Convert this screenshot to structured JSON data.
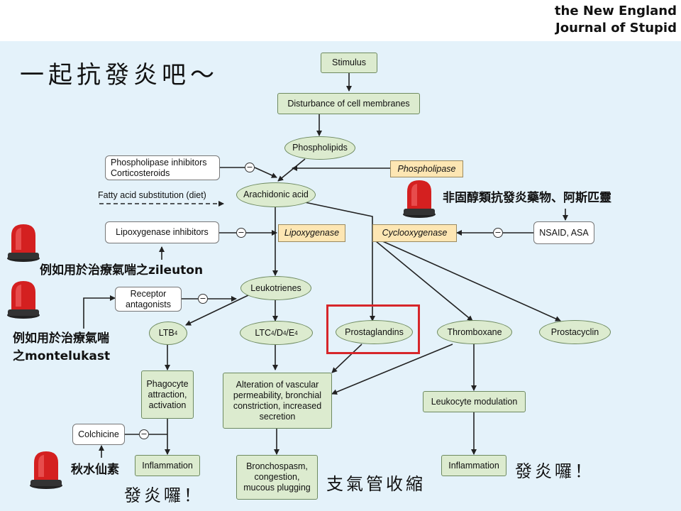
{
  "logo": {
    "line1": "the New England",
    "line2": "Journal of Stupid"
  },
  "header_title": "一起抗發炎吧～",
  "nodes": {
    "stimulus": "Stimulus",
    "disturbance": "Disturbance of cell membranes",
    "phospholipids": "Phospholipids",
    "phospholipase_inhibitors": "Phospholipase inhibitors\nCorticosteroids",
    "phospholipase": "Phospholipase",
    "fatty_acid": "Fatty acid substitution (diet)",
    "arachidonic": "Arachidonic acid",
    "lipox_inhibitors": "Lipoxygenase inhibitors",
    "lipoxygenase": "Lipoxygenase",
    "cyclooxygenase": "Cyclooxygenase",
    "nsaid": "NSAID, ASA",
    "leukotrienes": "Leukotrienes",
    "receptor_antagonists": "Receptor\nantagonists",
    "ltb4": "LTB4",
    "ltc4": "LTC4/D4/E4",
    "prostaglandins": "Prostaglandins",
    "thromboxane": "Thromboxane",
    "prostacyclin": "Prostacyclin",
    "phagocyte": "Phagocyte\nattraction,\nactivation",
    "alteration": "Alteration of vascular\npermeability, bronchial\nconstriction, increased\nsecretion",
    "leukocyte_modulation": "Leukocyte modulation",
    "colchicine": "Colchicine",
    "inflammation_left": "Inflammation",
    "bronchospasm": "Bronchospasm,\ncongestion,\nmucous plugging",
    "inflammation_right": "Inflammation"
  },
  "annotations": {
    "nsaid_note": "非固醇類抗發炎藥物、阿斯匹靈",
    "zileuton_note": "例如用於治療氣喘之zileuton",
    "montelukast_note": "例如用於治療氣喘\n之montelukast",
    "colchicine_note": "秋水仙素",
    "inflame_left": "發炎囉！",
    "bronch_note": "支氣管收縮",
    "inflame_right": "發炎囉！"
  },
  "inhibitor_symbol": "−",
  "colors": {
    "node_fill": "#dcebcf",
    "enzyme_fill": "#fde6b3",
    "highlight": "#d6262a",
    "panel": "#e4f2fa"
  },
  "icons": [
    "siren-icon"
  ]
}
